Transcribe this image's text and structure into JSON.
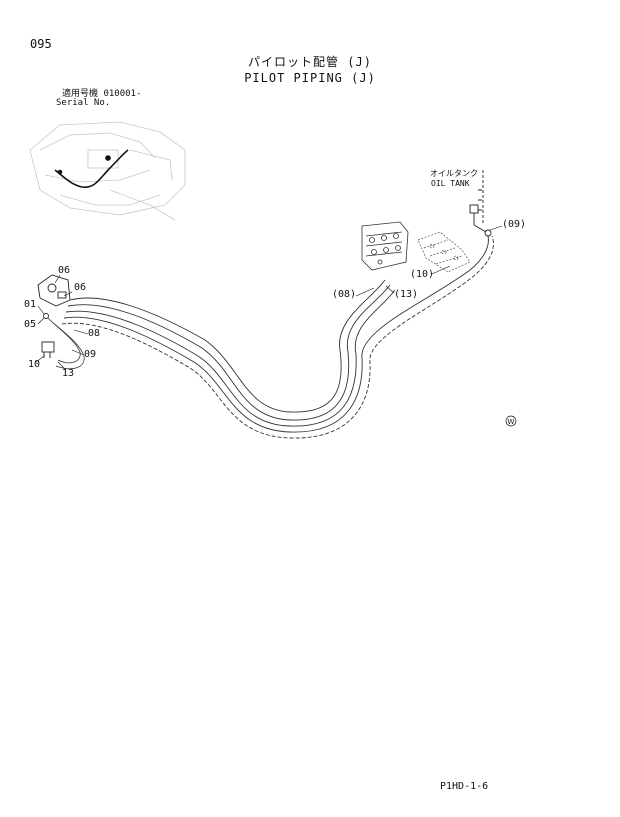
{
  "header": {
    "page_number": "095",
    "title_jp": "パイロット配管 (J)",
    "title_en": "PILOT PIPING (J)"
  },
  "serial": {
    "label_jp": "適用号機",
    "value": "010001-",
    "label_en": "Serial No."
  },
  "oil_tank": {
    "label_jp": "オイルタンク",
    "label_en": "OIL TANK"
  },
  "callouts": {
    "c01": "01",
    "c05": "05",
    "c06a": "06",
    "c06b": "06",
    "c08": "08",
    "c09": "09",
    "c10": "10",
    "c13": "13",
    "p08": "(08)",
    "p13": "(13)",
    "p10": "(10)",
    "p09": "(09)"
  },
  "w_mark": "W",
  "footer": {
    "code": "P1HD-1-6"
  }
}
